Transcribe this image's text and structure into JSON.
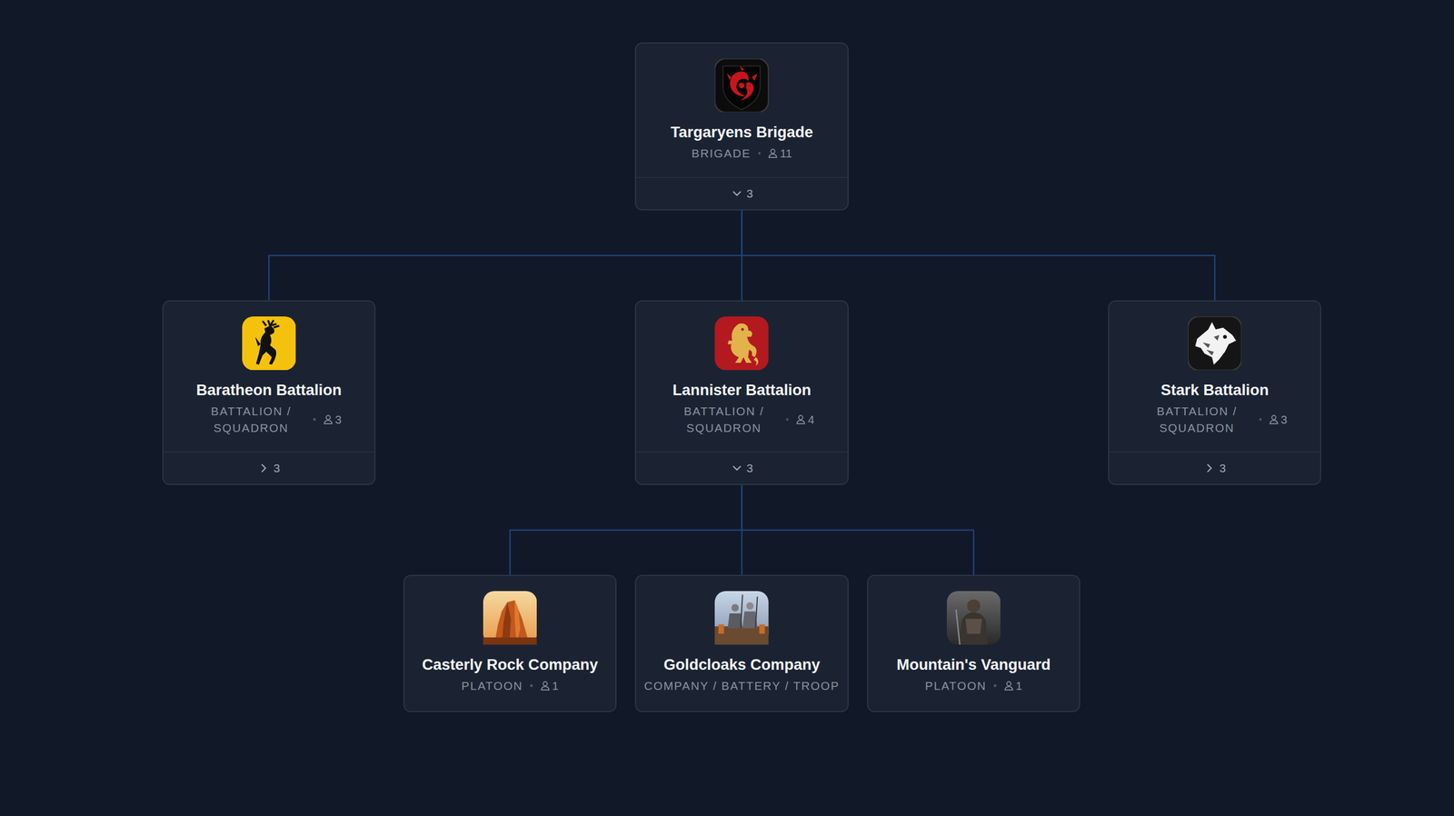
{
  "diagram": {
    "nodes": [
      {
        "text": [
          "Targaryens Brigade",
          "BRIGADE",
          "11",
          "3"
        ]
      },
      {
        "text": [
          "Baratheon Battalion",
          "BATTALION / SQUADRON",
          "3",
          "3"
        ]
      },
      {
        "text": [
          "Lannister Battalion",
          "BATTALION / SQUADRON",
          "4",
          "3"
        ]
      },
      {
        "text": [
          "Stark Battalion",
          "BATTALION / SQUADRON",
          "3",
          "3"
        ]
      },
      {
        "text": [
          "Casterly Rock Company",
          "PLATOON",
          "1"
        ]
      },
      {
        "text": [
          "Goldcloaks Company",
          "COMPANY / BATTERY / TROOP"
        ]
      },
      {
        "text": [
          "Mountain's Vanguard",
          "PLATOON",
          "1"
        ]
      }
    ],
    "edges": [
      {
        "from": 0,
        "to": 1,
        "arrow": "none"
      },
      {
        "from": 0,
        "to": 2,
        "arrow": "none"
      },
      {
        "from": 0,
        "to": 3,
        "arrow": "none"
      },
      {
        "from": 2,
        "to": 4,
        "arrow": "none"
      },
      {
        "from": 2,
        "to": 5,
        "arrow": "none"
      },
      {
        "from": 2,
        "to": 6,
        "arrow": "none"
      }
    ]
  }
}
